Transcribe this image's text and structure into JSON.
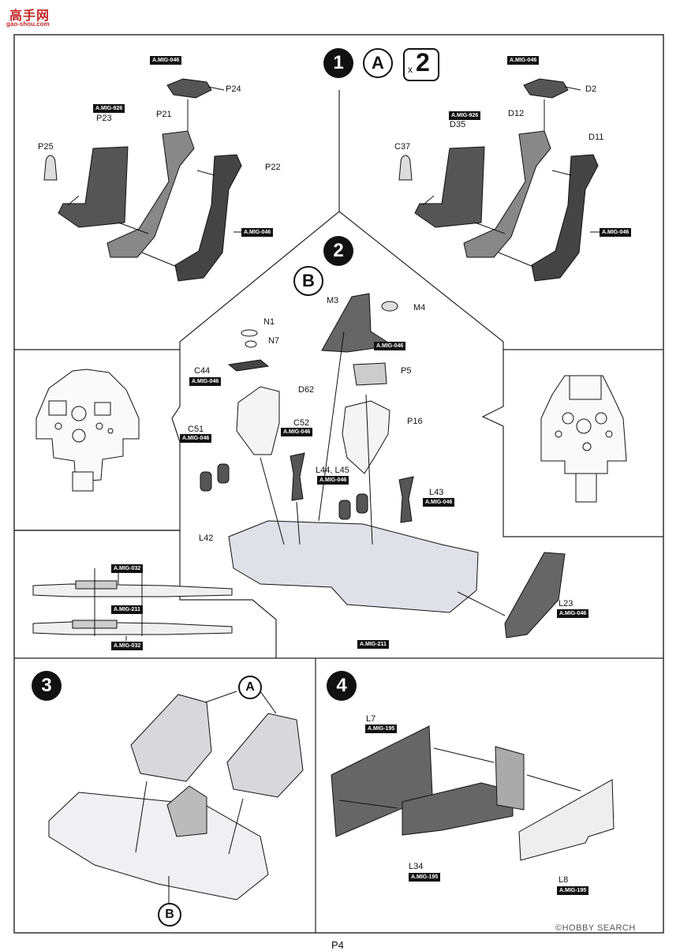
{
  "watermark": {
    "title": "高手网",
    "url": "gao-shou.com"
  },
  "hobbysearch": "©HOBBY SEARCH",
  "page_number": "P4",
  "step1": {
    "number": "1",
    "subassembly": "A",
    "times_prefix": "x",
    "times_count": "2",
    "left": {
      "headrest": "P24",
      "headrest_paint": "A.MIG-046",
      "cushion": "P23",
      "cushion_paint": "A.MIG-926",
      "handle": "P25",
      "frame": "P21",
      "side": "P22",
      "side_paint": "A.MIG-046"
    },
    "right": {
      "headrest": "D2",
      "headrest_paint": "A.MIG-046",
      "cushion": "D35",
      "cushion_paint": "A.MIG-926",
      "handle": "C37",
      "frame": "D12",
      "side": "D11",
      "side_paint": "A.MIG-046"
    }
  },
  "step2": {
    "number": "2",
    "subassembly": "B",
    "parts": {
      "N1": "N1",
      "N7": "N7",
      "C44": "C44",
      "C44_paint": "A.MIG-046",
      "D62": "D62",
      "C51": "C51",
      "C51_paint": "A.MIG-046",
      "C52": "C52",
      "C52_paint": "A.MIG-046",
      "M3": "M3",
      "M4": "M4",
      "M3_paint": "A.MIG-046",
      "P5": "P5",
      "P16": "P16",
      "L44_L45": "L44, L45",
      "L44_paint": "A.MIG-046",
      "L43": "L43",
      "L43_paint": "A.MIG-046",
      "L42": "L42",
      "L23": "L23",
      "L23_paint": "A.MIG-046",
      "tub_paint": "A.MIG-211"
    },
    "side_view_paints": {
      "top": "A.MIG-032",
      "middle": "A.MIG-211",
      "bottom": "A.MIG-032"
    }
  },
  "step3": {
    "number": "3",
    "ref_a": "A",
    "ref_b": "B"
  },
  "step4": {
    "number": "4",
    "parts": {
      "L7": "L7",
      "L7_paint": "A.MIG-195",
      "L34": "L34",
      "L34_paint": "A.MIG-195",
      "L8": "L8",
      "L8_paint": "A.MIG-195"
    }
  }
}
